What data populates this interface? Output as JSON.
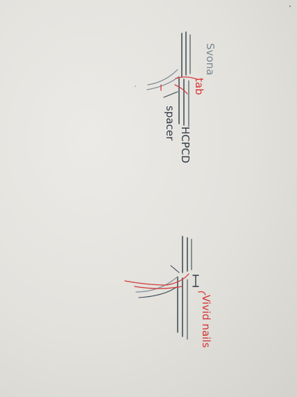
{
  "photo": {
    "paper_color": "#e6e5e1",
    "ink_color": "#2c3b45",
    "accent_color": "#d23a3a",
    "orientation": "rotated-90-clockwise"
  },
  "sketch_top": {
    "labels": {
      "name": "Svona",
      "tab": "tab",
      "material": "HCPCD",
      "spacer": "spacer"
    }
  },
  "sketch_bottom": {
    "labels": {
      "name": "Vivid nails"
    }
  }
}
